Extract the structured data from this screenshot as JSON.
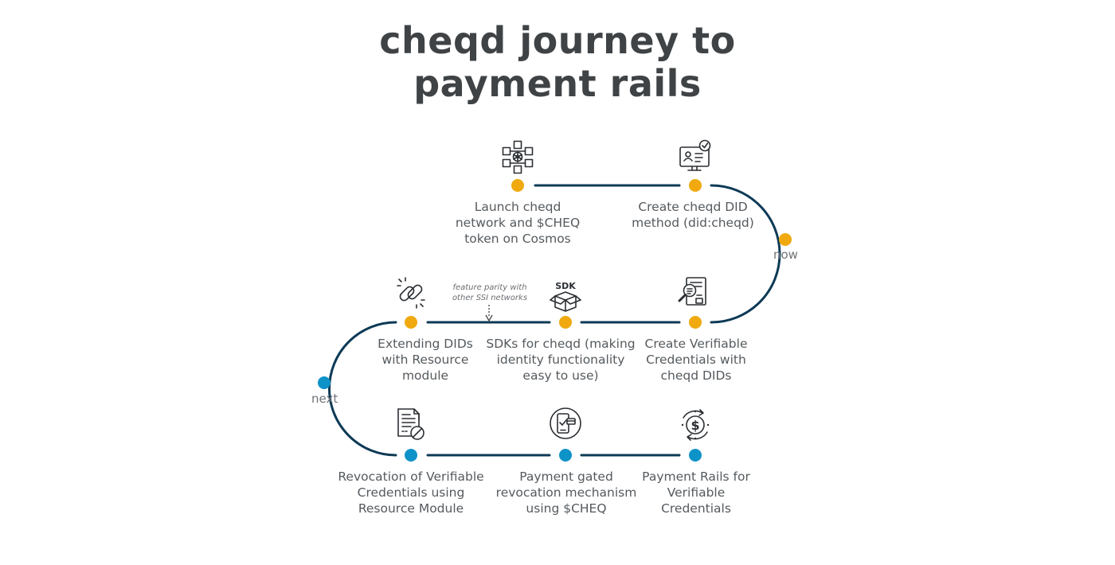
{
  "title": {
    "line1": "cheqd journey to",
    "line2": "payment rails"
  },
  "colors": {
    "path": "#0d3a56",
    "done": "#f0a90f",
    "next": "#0e93c8",
    "text": "#555a5e",
    "title": "#3f4346"
  },
  "steps": [
    {
      "lines": [
        "Launch cheqd",
        "network and $CHEQ",
        "token on Cosmos"
      ],
      "status": "done",
      "icon": "blockchain-network-icon"
    },
    {
      "lines": [
        "Create cheqd DID",
        "method (did:cheqd)"
      ],
      "status": "done",
      "icon": "identity-monitor-icon"
    },
    {
      "lines": [
        "Create Verifiable",
        "Credentials with",
        "cheqd DIDs"
      ],
      "status": "done",
      "icon": "credential-search-icon"
    },
    {
      "lines": [
        "SDKs for cheqd (making",
        "identity functionality",
        "easy to use)"
      ],
      "status": "done",
      "icon": "sdk-box-icon"
    },
    {
      "lines": [
        "Extending DIDs",
        "with Resource",
        "module"
      ],
      "status": "done",
      "icon": "chain-link-icon"
    },
    {
      "lines": [
        "Revocation of Verifiable",
        "Credentials using",
        "Resource Module"
      ],
      "status": "next",
      "icon": "revoked-document-icon"
    },
    {
      "lines": [
        "Payment gated",
        "revocation mechanism",
        "using $CHEQ"
      ],
      "status": "next",
      "icon": "mobile-payment-icon"
    },
    {
      "lines": [
        "Payment Rails for",
        "Verifiable",
        "Credentials"
      ],
      "status": "next",
      "icon": "dollar-cycle-icon"
    }
  ],
  "markers": {
    "now": "now",
    "next": "next"
  },
  "note": {
    "line1": "feature parity with",
    "line2": "other SSI networks"
  }
}
